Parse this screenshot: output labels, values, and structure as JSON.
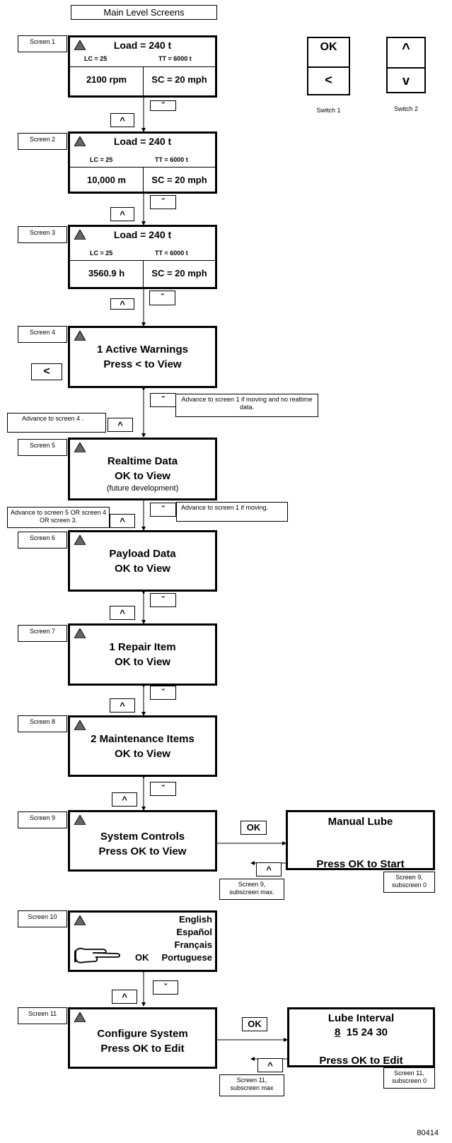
{
  "title": "Main Level Screens",
  "switches": {
    "switch1": {
      "top": "OK",
      "bottom": "<",
      "label": "Switch 1"
    },
    "switch2": {
      "top": "^",
      "bottom": "v",
      "label": "Switch 2"
    }
  },
  "keys": {
    "up": "^",
    "down": "ˇ",
    "left": "<",
    "ok": "OK"
  },
  "screens": {
    "s1": {
      "tag": "Screen 1",
      "load": "Load = 240 t",
      "lc": "LC = 25",
      "tt": "TT = 6000 t",
      "left": "2100 rpm",
      "right": "SC = 20 mph"
    },
    "s2": {
      "tag": "Screen 2",
      "load": "Load = 240 t",
      "lc": "LC = 25",
      "tt": "TT = 6000 t",
      "left": "10,000 m",
      "right": "SC = 20 mph"
    },
    "s3": {
      "tag": "Screen 3",
      "load": "Load = 240 t",
      "lc": "LC = 25",
      "tt": "TT = 6000 t",
      "left": "3560.9  h",
      "right": "SC = 20 mph"
    },
    "s4": {
      "tag": "Screen 4",
      "line1": "1 Active Warnings",
      "line2": "Press < to View"
    },
    "s5": {
      "tag": "Screen 5",
      "line1": "Realtime Data",
      "line2": "OK to View",
      "line3": "(future development)"
    },
    "s6": {
      "tag": "Screen 6",
      "line1": "Payload Data",
      "line2": "OK to View"
    },
    "s7": {
      "tag": "Screen 7",
      "line1": "1 Repair Item",
      "line2": "OK to View"
    },
    "s8": {
      "tag": "Screen 8",
      "line1": "2 Maintenance Items",
      "line2": "OK to View"
    },
    "s9": {
      "tag": "Screen 9",
      "line1": "System Controls",
      "line2": "Press OK to View"
    },
    "s10": {
      "tag": "Screen 10",
      "langs": [
        "English",
        "Español",
        "Français",
        "Portuguese"
      ],
      "ok": "OK"
    },
    "s11": {
      "tag": "Screen 11",
      "line1": "Configure System",
      "line2": "Press OK to Edit"
    }
  },
  "subscreens": {
    "lube": {
      "title": "Manual Lube",
      "footer": "Press OK to Start",
      "tag": "Screen 9,\nsubscreen 0",
      "maxtag": "Screen 9,\nsubscreen max."
    },
    "interval": {
      "title": "Lube Interval",
      "sel": "8",
      "rest": "15 24 30",
      "footer": "Press OK to Edit",
      "tag": "Screen 11,\nsubscreen 0",
      "maxtag": "Screen 11,\nsubscreen max"
    }
  },
  "notes": {
    "n1": "Advance to screen 1 if moving and no realtime data.",
    "n2": "Advance to screen 4 .",
    "n3": "Advance to screen 1 if moving.",
    "n4": "Advance to screen 5 OR screen 4 OR screen 3."
  },
  "figure_id": "80414"
}
